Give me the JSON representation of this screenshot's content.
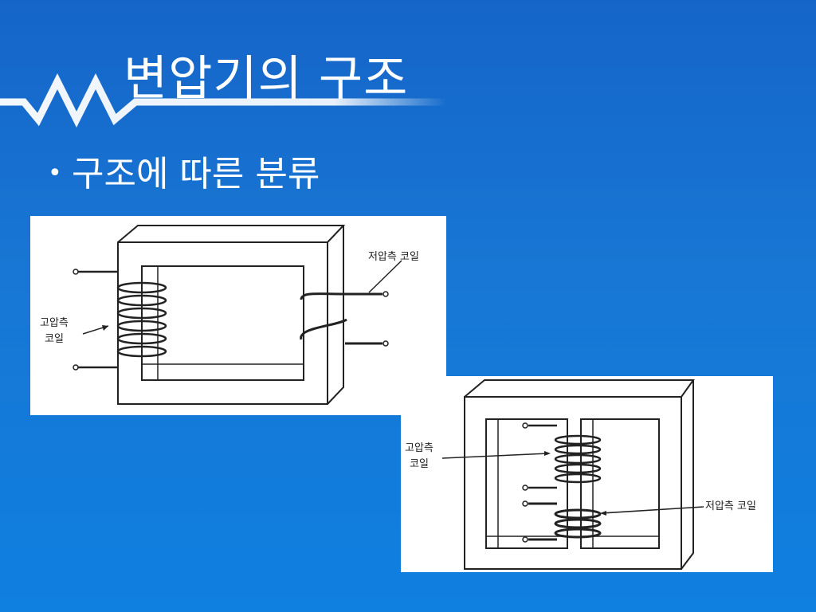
{
  "slide": {
    "title": "변압기의 구조",
    "bullet": "구조에 따른 분류"
  },
  "figure1": {
    "high_voltage_label_line1": "고압측",
    "high_voltage_label_line2": "코일",
    "low_voltage_label": "저압측 코일"
  },
  "figure2": {
    "high_voltage_label_line1": "고압측",
    "high_voltage_label_line2": "코일",
    "low_voltage_label": "저압측 코일"
  },
  "colors": {
    "background_top": "#1565c8",
    "background_bottom": "#0f7fe0",
    "text": "#ffffff",
    "line_art": "#222222"
  }
}
